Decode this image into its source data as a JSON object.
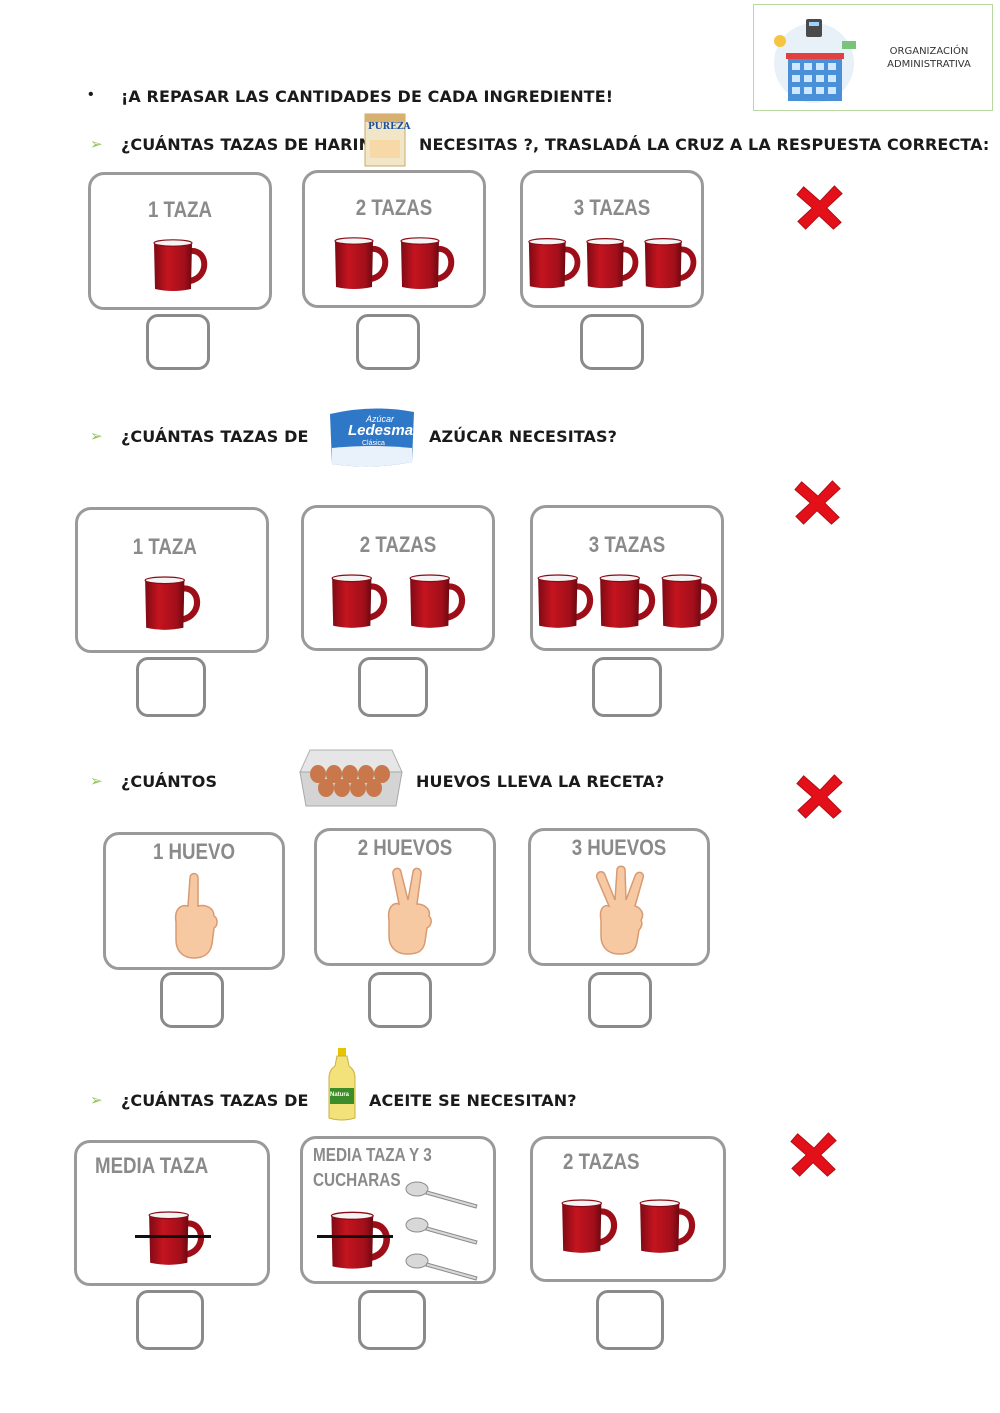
{
  "logo": {
    "text": "ORGANIZACIÓN ADMINISTRATIVA",
    "icon": "building-calculator-icon"
  },
  "intro": {
    "bullet": "•",
    "text": "¡A REPASAR LAS CANTIDADES DE CADA INGREDIENTE!"
  },
  "colors": {
    "mug_red": "#b50f1e",
    "border_gray": "#9a9a9a",
    "arrow_green": "#8fc45a",
    "cross_red": "#e3101a"
  },
  "arrow": "➢",
  "questions": [
    {
      "part1": "¿CUÁNTAS TAZAS DE HARINA",
      "part2": "NECESITAS ?, TRASLADÁ LA CRUZ A LA RESPUESTA CORRECTA:",
      "ingredient_icon": "flour-package-icon",
      "ingredient_text": "PUREZA",
      "options": [
        {
          "label": "1 TAZA",
          "count": 1
        },
        {
          "label": "2 TAZAS",
          "count": 2
        },
        {
          "label": "3 TAZAS",
          "count": 3
        }
      ]
    },
    {
      "part1": "¿CUÁNTAS TAZAS DE",
      "part2": "AZÚCAR NECESITAS?",
      "ingredient_icon": "sugar-package-icon",
      "ingredient_text": "Ledesma",
      "ingredient_text2": "Azúcar",
      "ingredient_text3": "Clásica",
      "options": [
        {
          "label": "1 TAZA",
          "count": 1
        },
        {
          "label": "2 TAZAS",
          "count": 2
        },
        {
          "label": "3 TAZAS",
          "count": 3
        }
      ]
    },
    {
      "part1": "¿CUÁNTOS",
      "part2": "HUEVOS LLEVA LA RECETA?",
      "ingredient_icon": "egg-carton-icon",
      "options": [
        {
          "label": "1 HUEVO",
          "count": 1
        },
        {
          "label": "2 HUEVOS",
          "count": 2
        },
        {
          "label": "3 HUEVOS",
          "count": 3
        }
      ]
    },
    {
      "part1": "¿CUÁNTAS TAZAS DE",
      "part2": "ACEITE SE NECESITAN?",
      "ingredient_icon": "oil-bottle-icon",
      "ingredient_text": "Natura",
      "options": [
        {
          "label": "MEDIA TAZA"
        },
        {
          "label": "MEDIA TAZA Y 3 CUCHARAS"
        },
        {
          "label": "2 TAZAS",
          "count": 2
        }
      ]
    }
  ]
}
